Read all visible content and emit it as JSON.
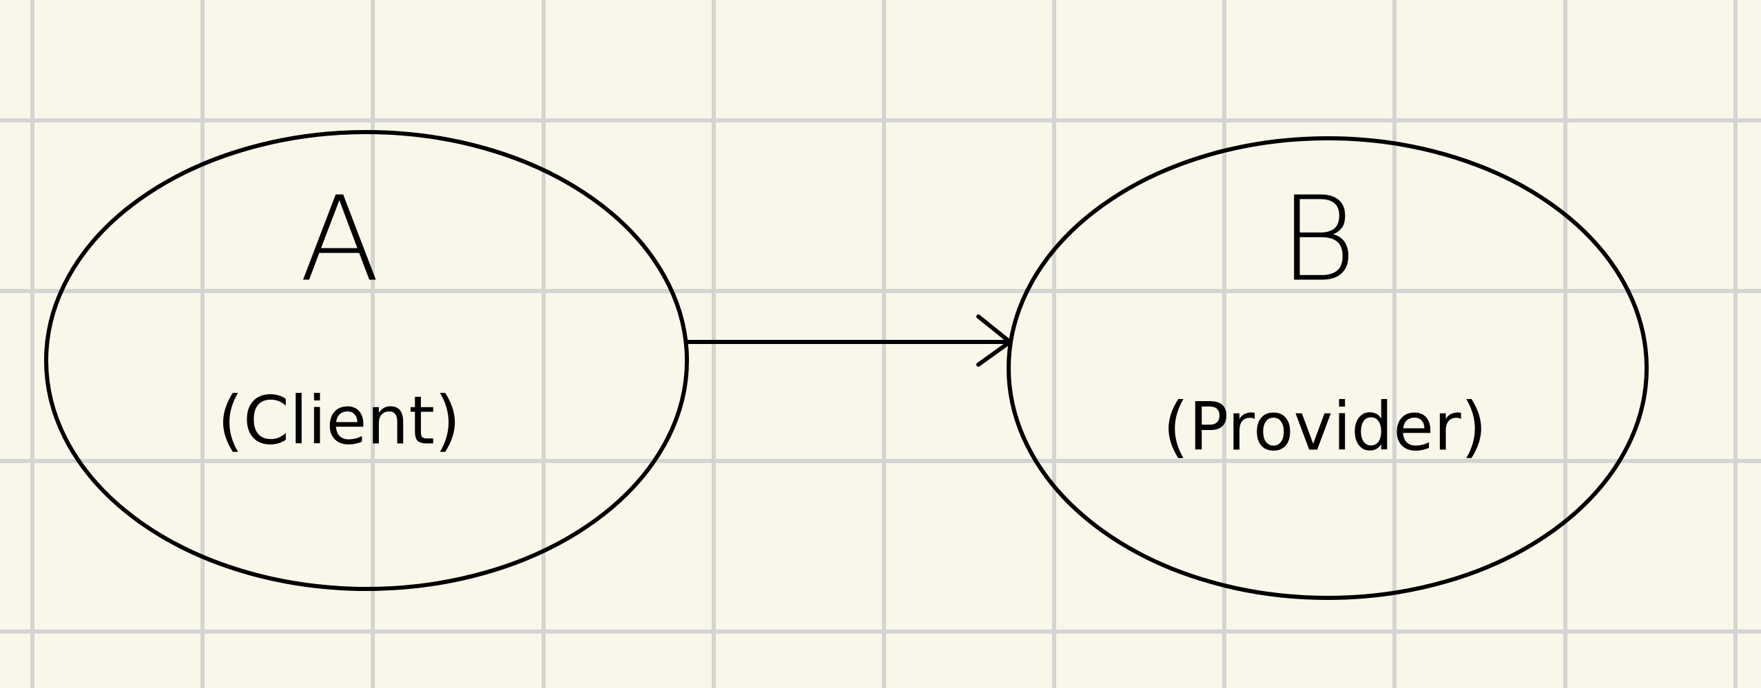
{
  "theme": {
    "background": "#f9f7ea",
    "grid_color": "#d4d4d2",
    "ink_color": "#000000"
  },
  "diagram": {
    "nodes": [
      {
        "id": "A",
        "title": "A",
        "subtitle": "(Client)"
      },
      {
        "id": "B",
        "title": "B",
        "subtitle": "(Provider)"
      }
    ],
    "edges": [
      {
        "from": "A",
        "to": "B",
        "arrow": "open-arrowhead"
      }
    ]
  }
}
